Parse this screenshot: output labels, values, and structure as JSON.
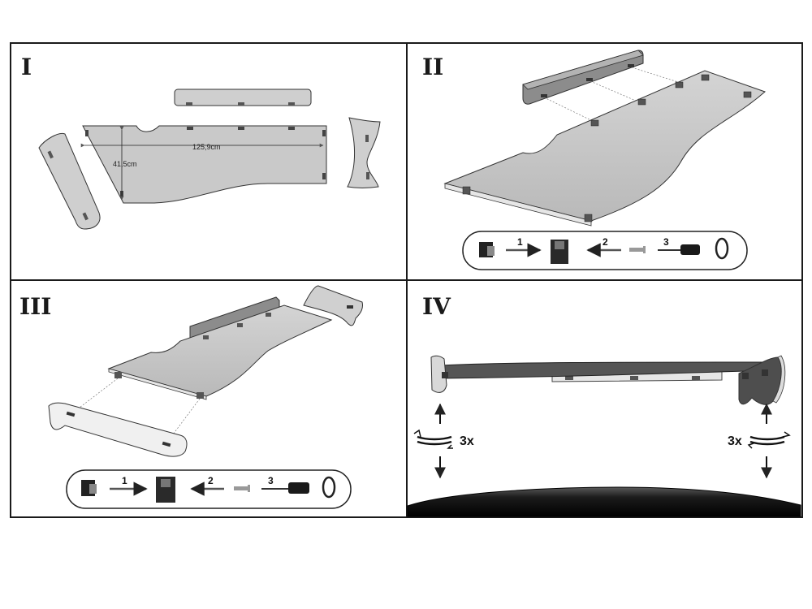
{
  "panels": [
    {
      "step": "I"
    },
    {
      "step": "II"
    },
    {
      "step": "III"
    },
    {
      "step": "IV"
    }
  ],
  "dimensions": {
    "length": "125,9cm",
    "depth": "41,5cm"
  },
  "legend_steps": [
    "1",
    "2",
    "3"
  ],
  "mount_turns": "3x",
  "colors": {
    "panel": "#c9c9c9",
    "panel_dark": "#6a6a6a",
    "frame": "#1a1a1a",
    "pad": "#d8d8d8",
    "tire": "#111111"
  }
}
